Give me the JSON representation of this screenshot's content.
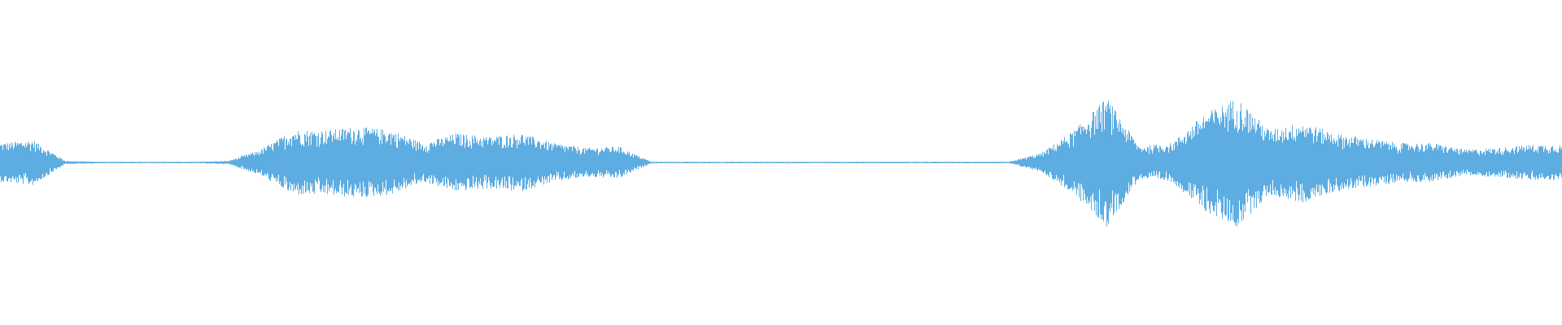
{
  "waveform": {
    "color": "#5dade2",
    "background": "#ffffff",
    "envelope": [
      0.12,
      0.14,
      0.01,
      0.005,
      0.005,
      0.005,
      0.005,
      0.01,
      0.08,
      0.2,
      0.2,
      0.22,
      0.2,
      0.12,
      0.18,
      0.16,
      0.18,
      0.12,
      0.09,
      0.1,
      0.005,
      0.005,
      0.005,
      0.005,
      0.005,
      0.005,
      0.005,
      0.005,
      0.005,
      0.005,
      0.005,
      0.005,
      0.06,
      0.2,
      0.4,
      0.1,
      0.12,
      0.3,
      0.4,
      0.2,
      0.25,
      0.18,
      0.15,
      0.12,
      0.12,
      0.08,
      0.09,
      0.11,
      0.11
    ]
  }
}
